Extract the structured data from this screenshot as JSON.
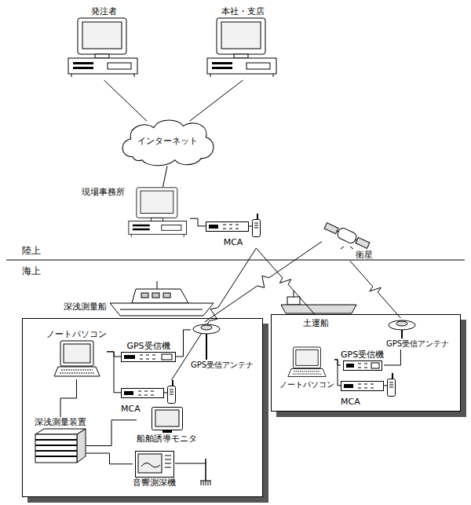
{
  "diagram": {
    "nodes": [
      {
        "text": [
          "発注者"
        ]
      },
      {
        "text": [
          "本社・支店"
        ]
      },
      {
        "text": [
          "インターネット"
        ]
      },
      {
        "text": [
          "現場事務所"
        ]
      },
      {
        "text": [
          "MCA"
        ]
      },
      {
        "text": [
          "衛星"
        ]
      },
      {
        "text": [
          "深浅測量船"
        ]
      },
      {
        "text": [
          "ノートパソコン"
        ],
        "in": 6
      },
      {
        "text": [
          "GPS受信機"
        ],
        "in": 6
      },
      {
        "text": [
          "MCA"
        ],
        "in": 6
      },
      {
        "text": [
          "GPS受信アンテナ"
        ],
        "in": 6
      },
      {
        "text": [
          "深浅測量装置"
        ],
        "in": 6
      },
      {
        "text": [
          "船舶誘導モニタ"
        ],
        "in": 6
      },
      {
        "text": [
          "音響測深機"
        ],
        "in": 6
      },
      {
        "text": [
          "土運船"
        ]
      },
      {
        "text": [
          "GPS受信機"
        ],
        "in": 14
      },
      {
        "text": [
          "GPS受信アンテナ"
        ],
        "in": 14
      },
      {
        "text": [
          "ノートパソコン"
        ],
        "in": 14
      },
      {
        "text": [
          "MCA"
        ],
        "in": 14
      }
    ],
    "edges": [
      {
        "from": 0,
        "to": 2,
        "arrow": "none"
      },
      {
        "from": 1,
        "to": 2,
        "arrow": "none"
      },
      {
        "from": 2,
        "to": 3,
        "arrow": "none"
      },
      {
        "from": 3,
        "to": 4,
        "arrow": "none"
      },
      {
        "from": 4,
        "to": 9,
        "arrow": "none"
      },
      {
        "from": 4,
        "to": 14,
        "arrow": "none"
      },
      {
        "from": 5,
        "to": 10,
        "arrow": "none"
      },
      {
        "from": 5,
        "to": 16,
        "arrow": "none"
      },
      {
        "from": 7,
        "to": 8,
        "arrow": "none"
      },
      {
        "from": 7,
        "to": 9,
        "arrow": "none"
      },
      {
        "from": 8,
        "to": 10,
        "arrow": "none"
      },
      {
        "from": 7,
        "to": 11,
        "arrow": "none"
      },
      {
        "from": 11,
        "to": 12,
        "arrow": "none"
      },
      {
        "from": 11,
        "to": 13,
        "arrow": "none"
      },
      {
        "from": 17,
        "to": 15,
        "arrow": "none"
      },
      {
        "from": 17,
        "to": 18,
        "arrow": "none"
      },
      {
        "from": 15,
        "to": 16,
        "arrow": "none"
      }
    ],
    "labels": [
      "陸上",
      "海上"
    ]
  }
}
